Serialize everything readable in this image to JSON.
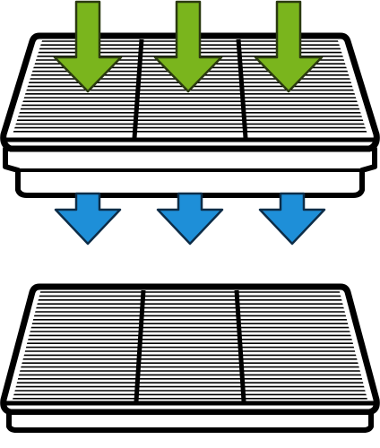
{
  "diagram": {
    "upper_filter": {
      "panels": 3,
      "state": "with frame"
    },
    "lower_filter": {
      "panels": 3,
      "state": "without frame"
    },
    "inflow_arrows": {
      "count": 3,
      "color": "#7ab51d",
      "outline": "#2b3a10"
    },
    "outflow_arrows": {
      "count": 3,
      "color": "#1e8fd8",
      "outline": "#0d2d48"
    },
    "colors": {
      "stroke": "#000000",
      "fill": "#ffffff"
    }
  }
}
